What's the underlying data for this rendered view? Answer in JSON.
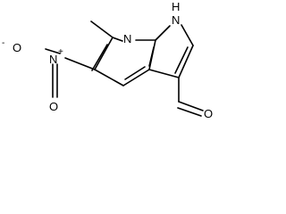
{
  "molecule": {
    "atoms": {
      "pyrrole_nh": {
        "element": "N",
        "h": "H"
      },
      "pyridine_n": {
        "element": "N"
      },
      "nitro_n": {
        "element": "N",
        "charge": "+"
      },
      "nitro_o_minus": {
        "element": "O",
        "charge": "-"
      },
      "nitro_o": {
        "element": "O"
      },
      "aldehyde_o": {
        "element": "O"
      }
    }
  }
}
